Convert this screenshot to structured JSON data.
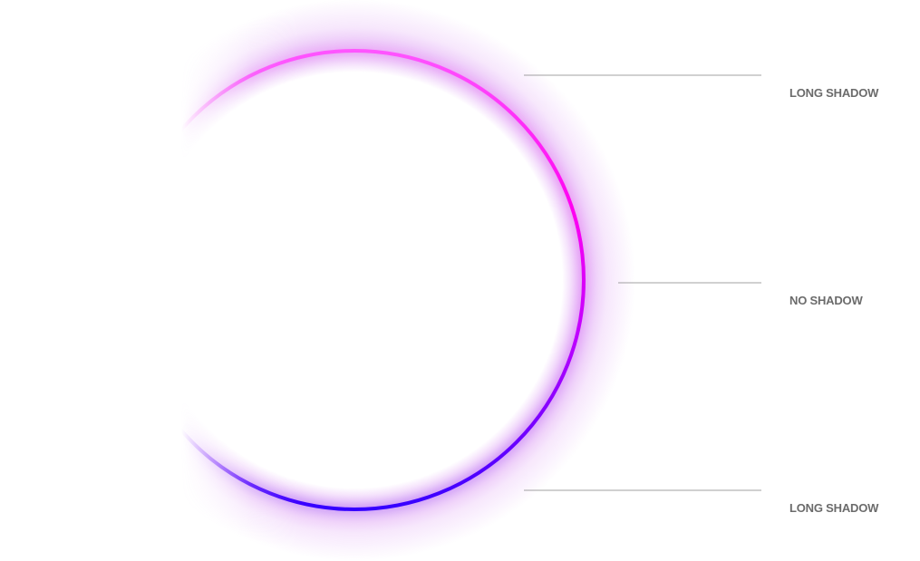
{
  "labels": {
    "top": "LONG SHADOW",
    "middle": "NO SHADOW",
    "bottom": "LONG SHADOW"
  },
  "colors": {
    "arc_start": "#ff55ff",
    "arc_top": "#ff00f0",
    "arc_mid": "#c000ff",
    "arc_bottom": "#3300ff",
    "glow": "#d27cf0",
    "leader_line": "#8a8a8a",
    "label_text": "#6b6b6b",
    "background": "#ffffff"
  }
}
